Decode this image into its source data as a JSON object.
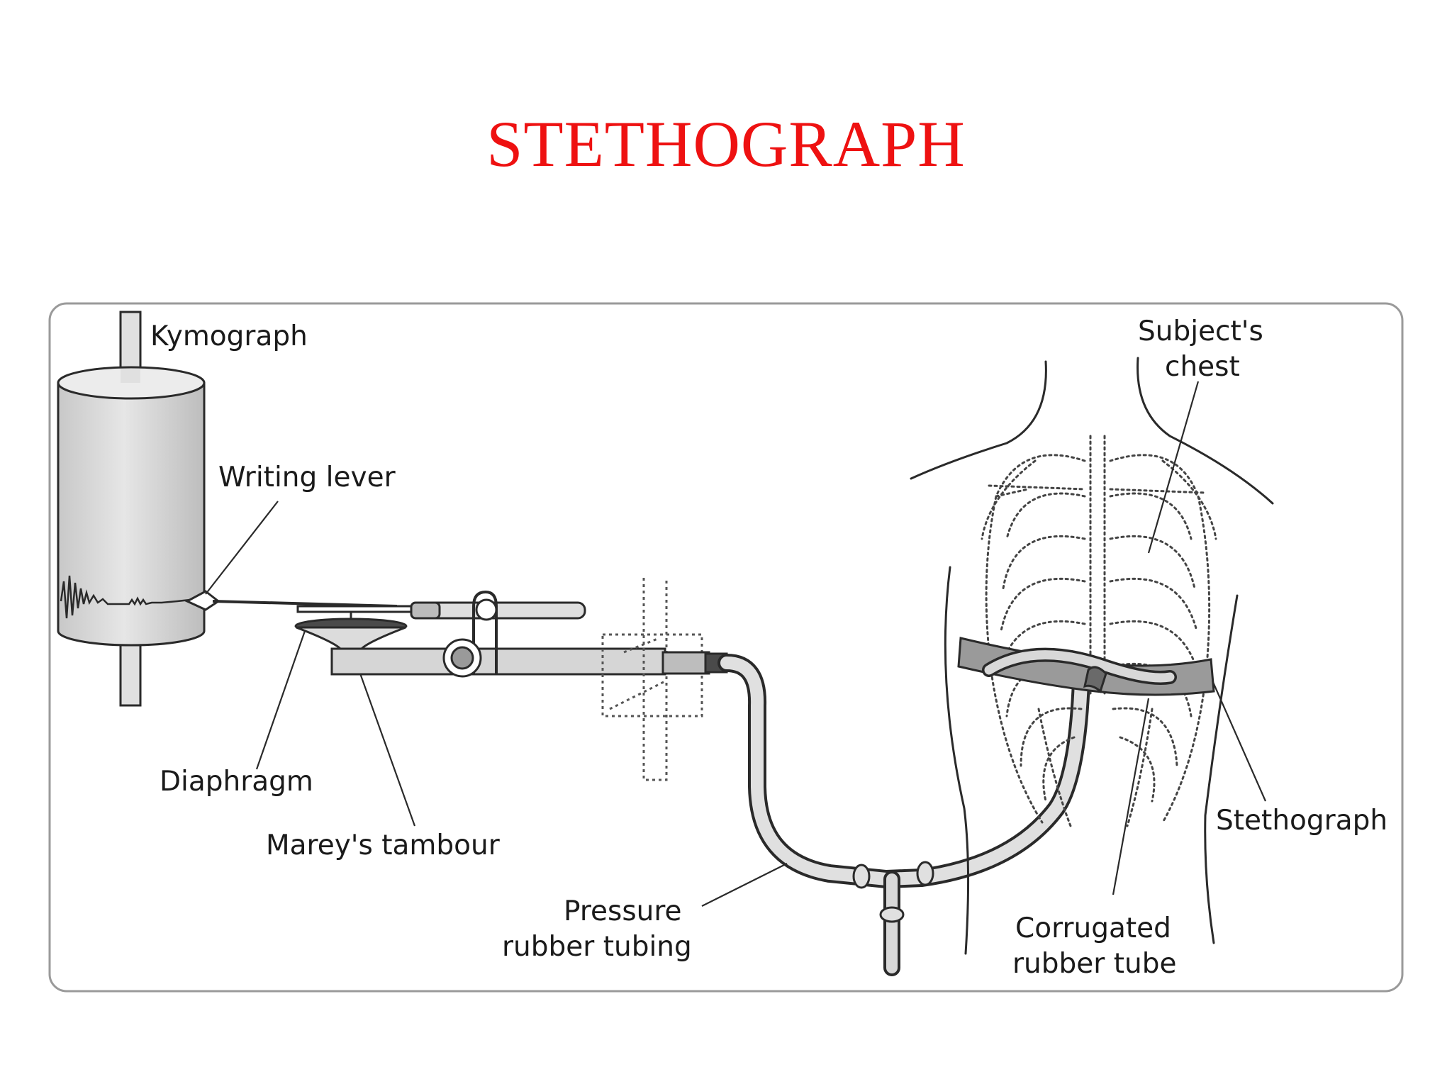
{
  "slide": {
    "title": "STETHOGRAPH",
    "title_color": "#ee1111"
  },
  "diagram": {
    "labels": {
      "kymograph": "Kymograph",
      "writing_lever": "Writing lever",
      "diaphragm": "Diaphragm",
      "mareys_tambour": "Marey's tambour",
      "pressure_line1": "Pressure",
      "pressure_line2": "rubber tubing",
      "subjects_line1": "Subject's",
      "subjects_line2": "chest",
      "stethograph": "Stethograph",
      "corrugated_line1": "Corrugated",
      "corrugated_line2": "rubber tube"
    },
    "colors": {
      "line": "#2a2a2a",
      "drum_fill": "#d9d9d9",
      "belt_fill": "#9a9a9a",
      "frame_border": "#9a9a9a"
    }
  }
}
